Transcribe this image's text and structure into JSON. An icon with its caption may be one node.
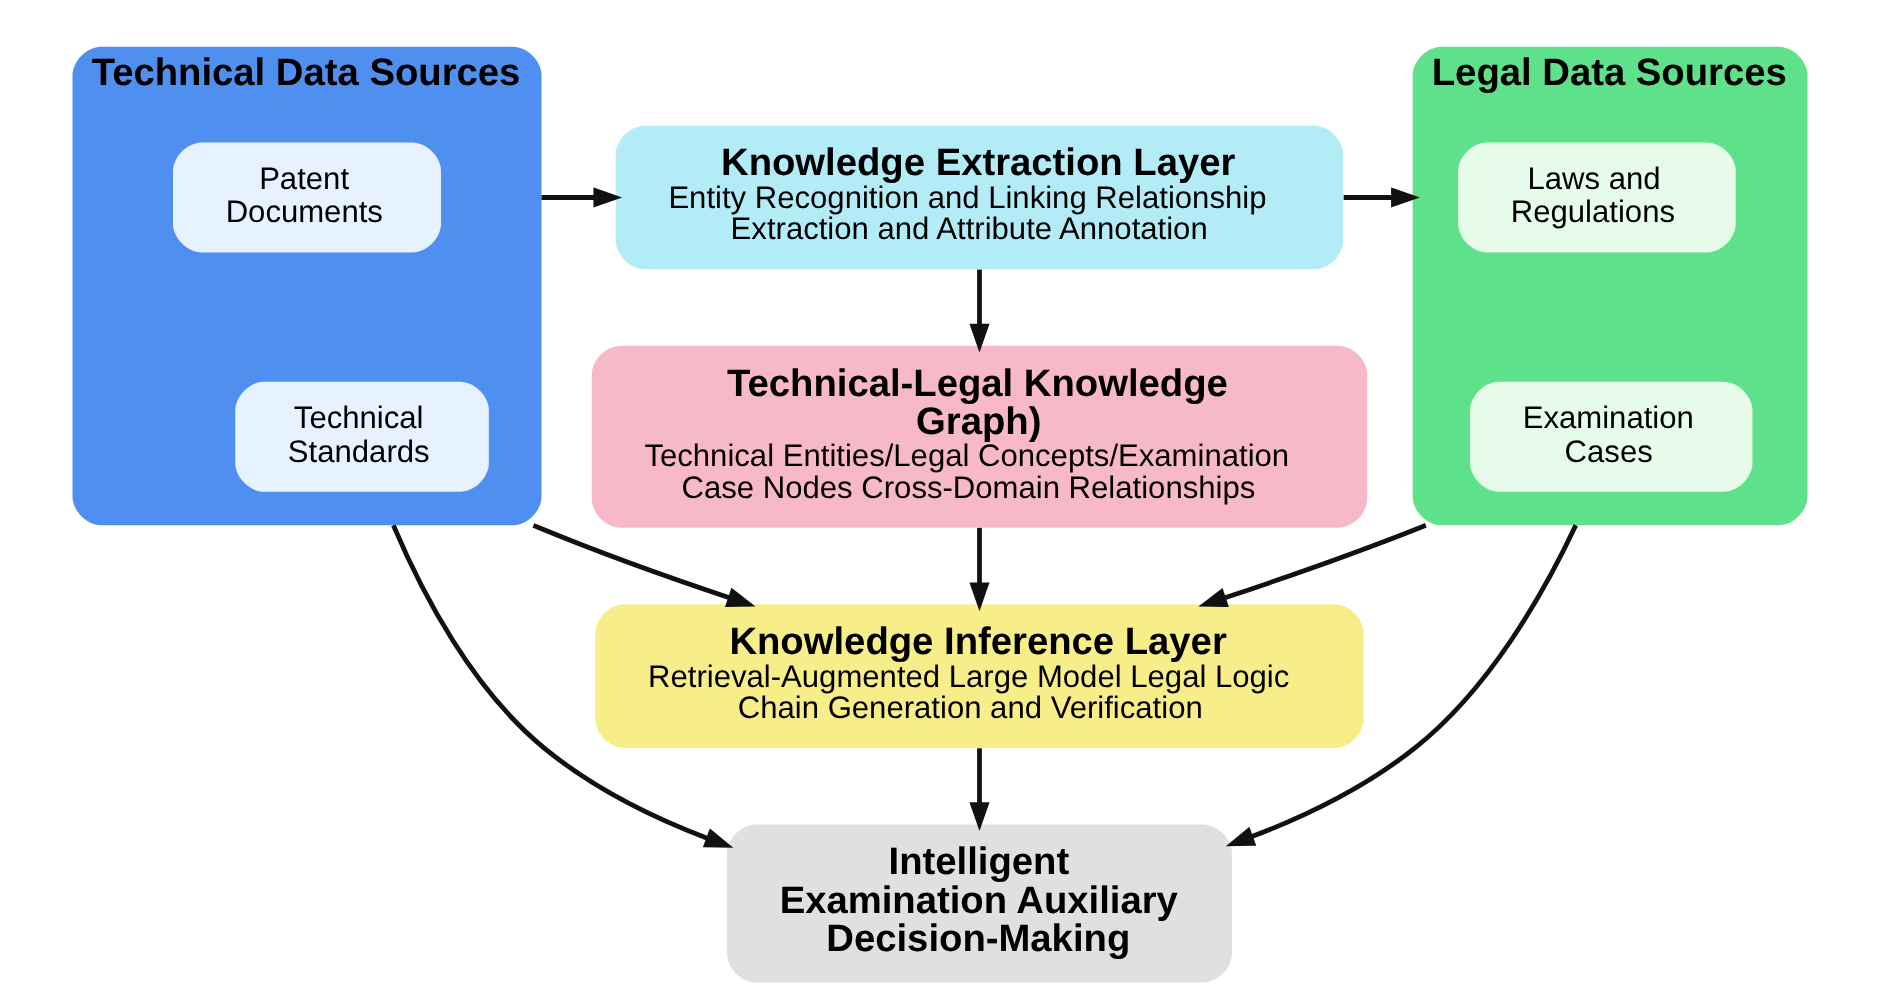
{
  "diagram": {
    "nodes": [
      {
        "text": [
          "Technical Data Sources"
        ]
      },
      {
        "text": [
          "Patent Documents"
        ],
        "in": 0
      },
      {
        "text": [
          "Technical Standards"
        ],
        "in": 0
      },
      {
        "text": [
          "Knowledge Extraction Layer",
          "Entity Recognition and Linking Relationship Extraction and Attribute Annotation"
        ]
      },
      {
        "text": [
          "Legal Data Sources"
        ]
      },
      {
        "text": [
          "Laws and Regulations"
        ],
        "in": 4
      },
      {
        "text": [
          "Examination Cases"
        ],
        "in": 4
      },
      {
        "text": [
          "Technical-Legal Knowledge Graph)",
          "Technical Entities/Legal Concepts/Examination Case Nodes Cross-Domain Relationships"
        ]
      },
      {
        "text": [
          "Knowledge Inference Layer",
          "Retrieval-Augmented Large Model Legal Logic Chain Generation and Verification"
        ]
      },
      {
        "text": [
          "Intelligent Examination Auxiliary Decision-Making"
        ]
      }
    ],
    "edges": [
      {
        "from": 0,
        "to": 3,
        "arrow": "to"
      },
      {
        "from": 3,
        "to": 4,
        "arrow": "to"
      },
      {
        "from": 3,
        "to": 7,
        "arrow": "to"
      },
      {
        "from": 7,
        "to": 8,
        "arrow": "to"
      },
      {
        "from": 8,
        "to": 9,
        "arrow": "to"
      },
      {
        "from": 0,
        "to": 8,
        "arrow": "to"
      },
      {
        "from": 0,
        "to": 9,
        "arrow": "to"
      },
      {
        "from": 4,
        "to": 8,
        "arrow": "to"
      },
      {
        "from": 4,
        "to": 9,
        "arrow": "to"
      }
    ]
  }
}
